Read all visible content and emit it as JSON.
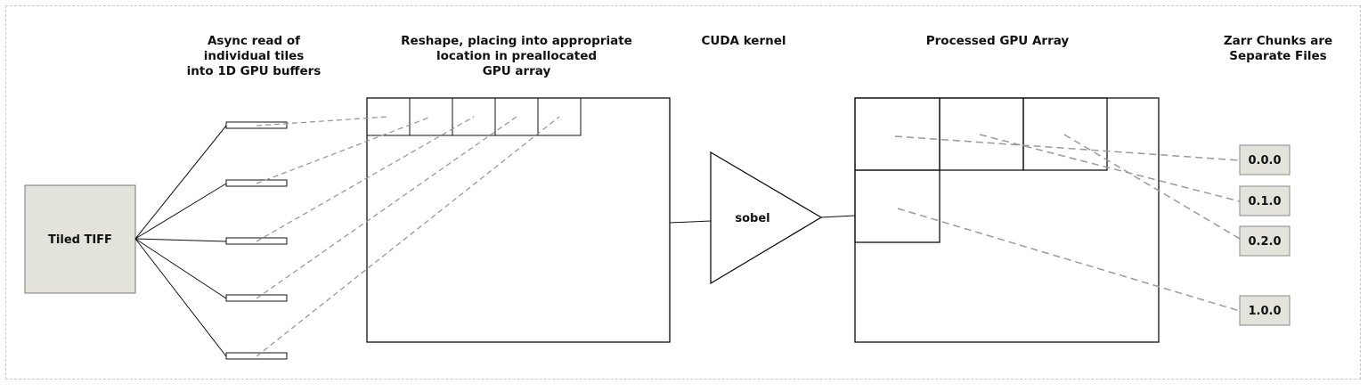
{
  "headers": {
    "async_read": "Async read of\nindividual tiles\ninto 1D GPU buffers",
    "reshape": "Reshape, placing into appropriate\nlocation in preallocated\nGPU array",
    "cuda": "CUDA kernel",
    "processed": "Processed GPU Array",
    "zarr": "Zarr Chunks are\nSeparate Files"
  },
  "source": {
    "label": "Tiled TIFF",
    "fill": "#e3e3dc"
  },
  "kernel": {
    "label": "sobel"
  },
  "chunks": [
    {
      "label": "0.0.0"
    },
    {
      "label": "0.1.0"
    },
    {
      "label": "0.2.0"
    },
    {
      "label": "1.0.0"
    }
  ],
  "colors": {
    "stroke": "#111111",
    "dashed": "#9a9a9a",
    "chunk_fill": "#e3e3dc"
  }
}
